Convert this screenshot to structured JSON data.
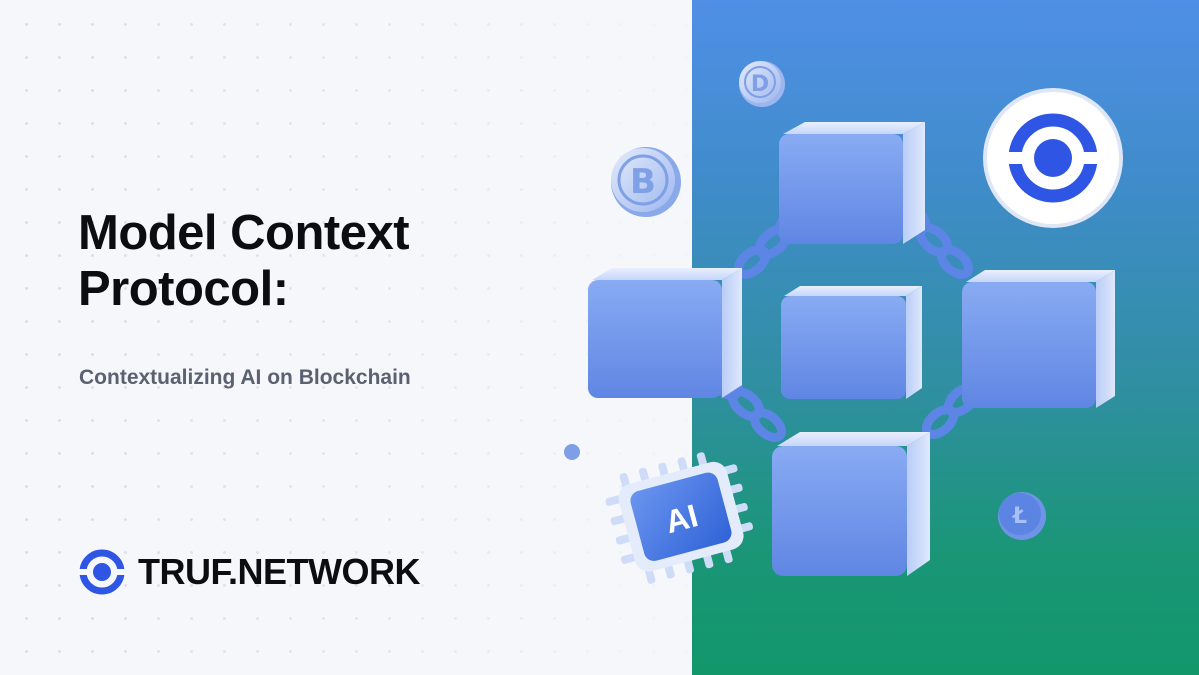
{
  "headline": {
    "line1": "Model Context",
    "line2": "Protocol:"
  },
  "subheadline": "Contextualizing AI on Blockchain",
  "brand": {
    "name": "TRUF.NETWORK",
    "icon": "truf-ring-icon",
    "color": "#2f55e4"
  },
  "illustration": {
    "chip_label": "AI",
    "coins": [
      "bitcoin-coin-icon",
      "dogecoin-coin-icon",
      "litecoin-coin-icon"
    ],
    "badge": "truf-logo-badge-icon"
  },
  "colors": {
    "left_bg": "#f6f7fb",
    "right_gradient_top": "#4f8fe6",
    "right_gradient_bottom": "#12976a",
    "cube": "#6f95ea"
  }
}
